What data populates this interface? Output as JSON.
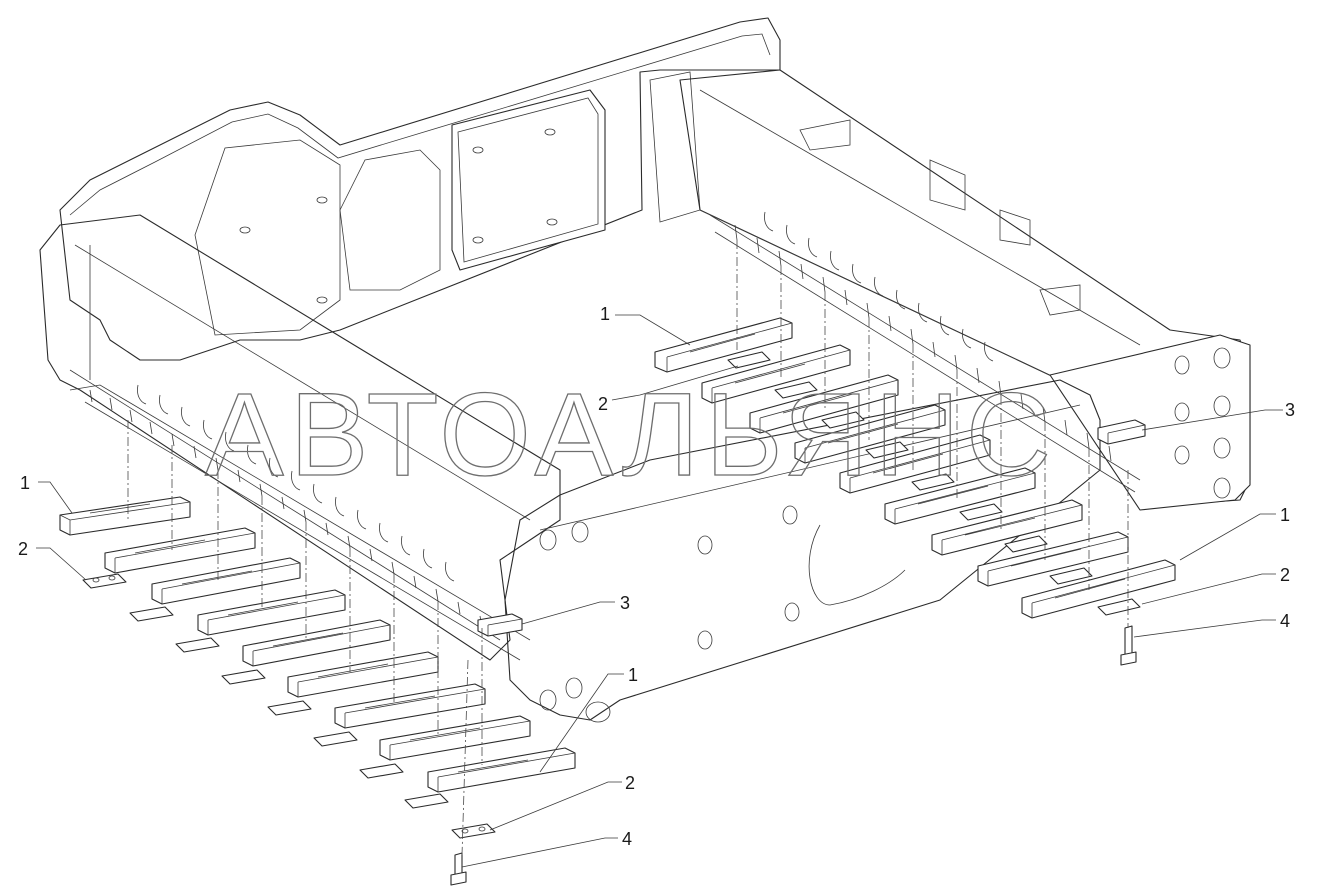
{
  "watermark": "АВТОАЛЬЯНС",
  "callouts": {
    "top_center_1": "1",
    "top_center_2": "2",
    "right_3": "3",
    "right_1": "1",
    "right_2": "2",
    "right_4": "4",
    "left_1": "1",
    "left_2": "2",
    "center_3": "3",
    "bottom_1": "1",
    "bottom_2": "2",
    "bottom_4": "4"
  }
}
